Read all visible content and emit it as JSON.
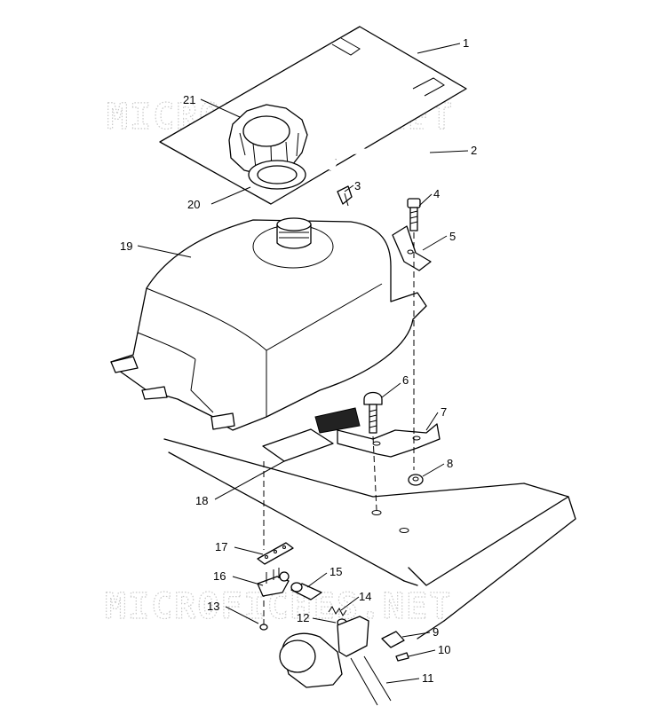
{
  "watermark_text": "MICROFICHES.NET",
  "parts": [
    {
      "id": "p1",
      "number": "1"
    },
    {
      "id": "p2",
      "number": "2"
    },
    {
      "id": "p3",
      "number": "3"
    },
    {
      "id": "p4",
      "number": "4"
    },
    {
      "id": "p5",
      "number": "5"
    },
    {
      "id": "p6",
      "number": "6"
    },
    {
      "id": "p7",
      "number": "7"
    },
    {
      "id": "p8",
      "number": "8"
    },
    {
      "id": "p9",
      "number": "9"
    },
    {
      "id": "p10",
      "number": "10"
    },
    {
      "id": "p11",
      "number": "11"
    },
    {
      "id": "p12",
      "number": "12"
    },
    {
      "id": "p13",
      "number": "13"
    },
    {
      "id": "p14",
      "number": "14"
    },
    {
      "id": "p15",
      "number": "15"
    },
    {
      "id": "p16",
      "number": "16"
    },
    {
      "id": "p17",
      "number": "17"
    },
    {
      "id": "p18",
      "number": "18"
    },
    {
      "id": "p19",
      "number": "19"
    },
    {
      "id": "p20",
      "number": "20"
    },
    {
      "id": "p21",
      "number": "21"
    }
  ]
}
